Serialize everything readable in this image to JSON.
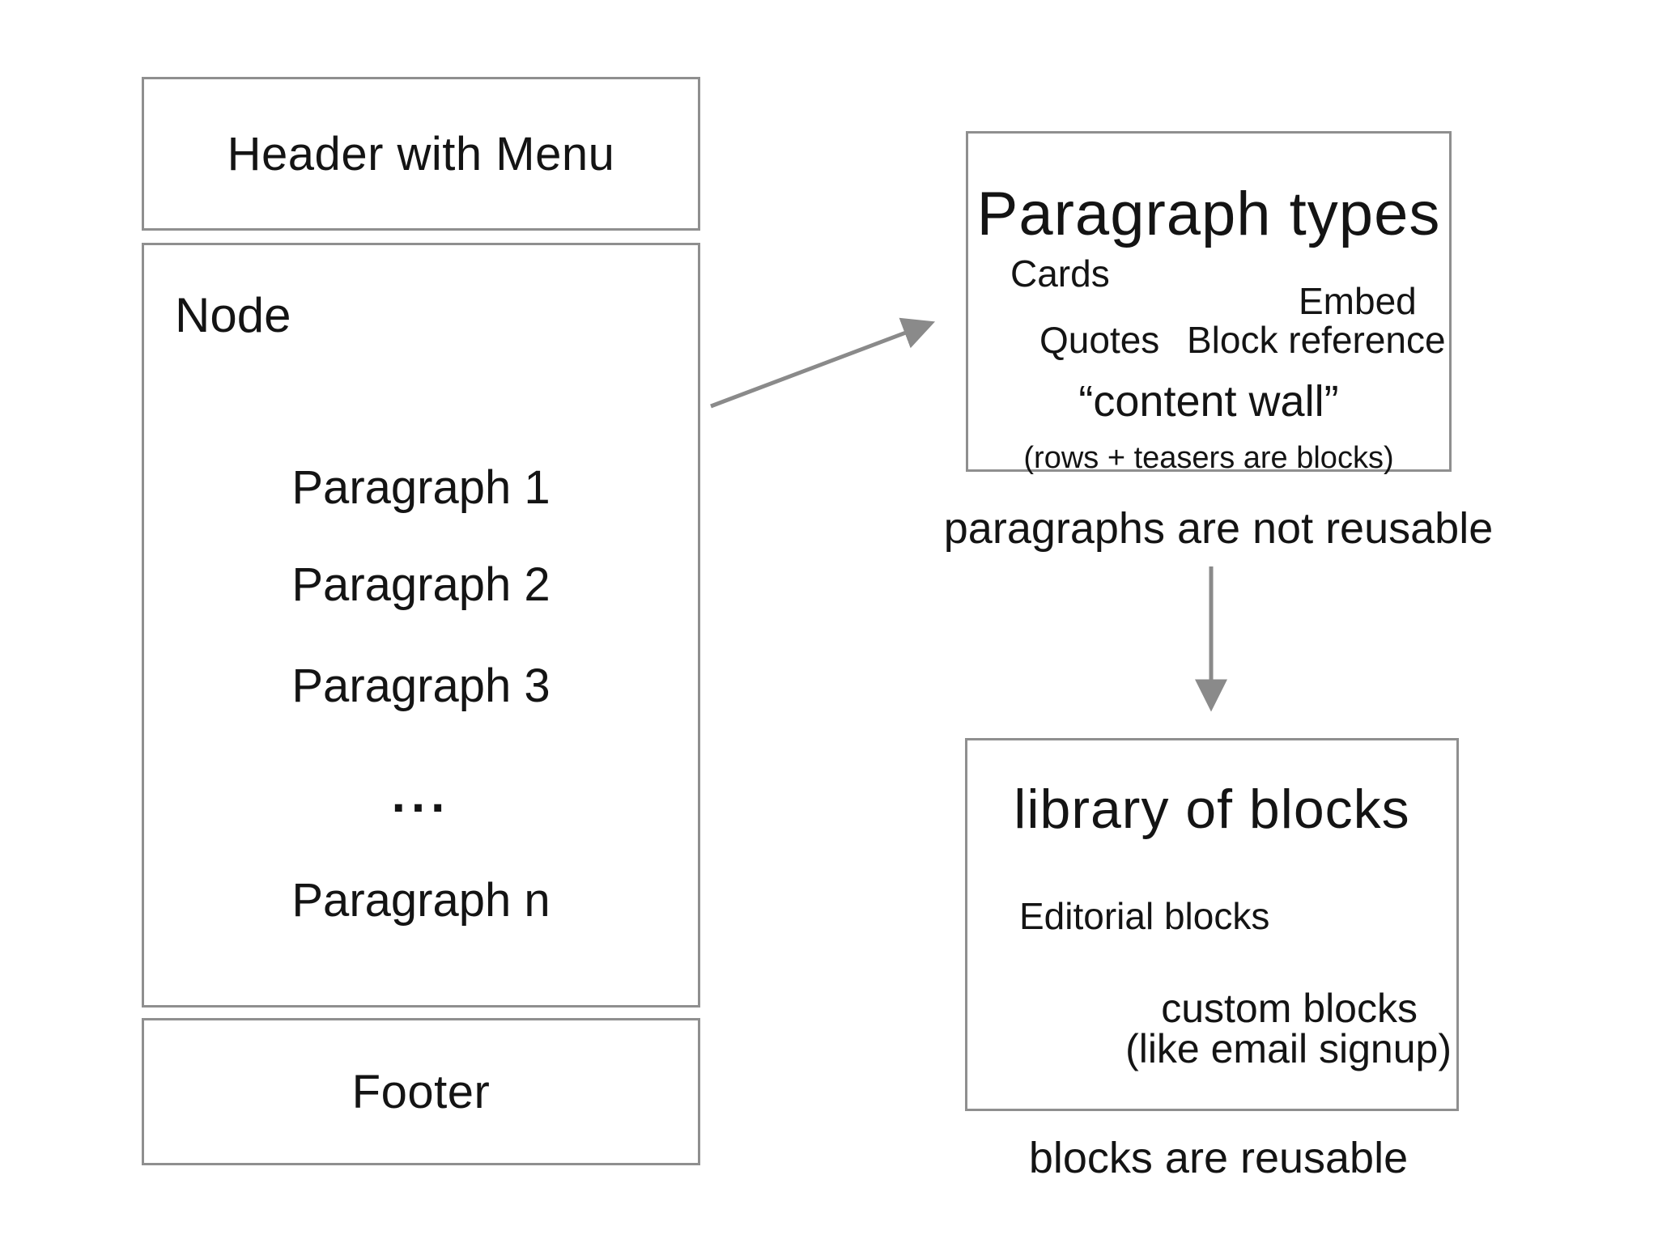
{
  "colors": {
    "background": "#ffffff",
    "text": "#141414",
    "box_border": "#8f8f8f",
    "arrow": "#8a8a8a"
  },
  "header": {
    "label": "Header with Menu"
  },
  "node": {
    "label": "Node",
    "paragraphs": [
      "Paragraph 1",
      "Paragraph 2",
      "Paragraph 3",
      "...",
      "Paragraph n"
    ]
  },
  "footer": {
    "label": "Footer"
  },
  "paragraph_types": {
    "title": "Paragraph types",
    "cards": "Cards",
    "embed": "Embed",
    "quotes": "Quotes",
    "block_reference": "Block reference",
    "content_wall": "“content wall”",
    "note": "(rows + teasers are blocks)",
    "caption": "paragraphs are not reusable"
  },
  "library": {
    "title": "library of blocks",
    "editorial": "Editorial blocks",
    "custom": "custom blocks",
    "custom_note": "(like email signup)",
    "caption": "blocks are reusable"
  }
}
